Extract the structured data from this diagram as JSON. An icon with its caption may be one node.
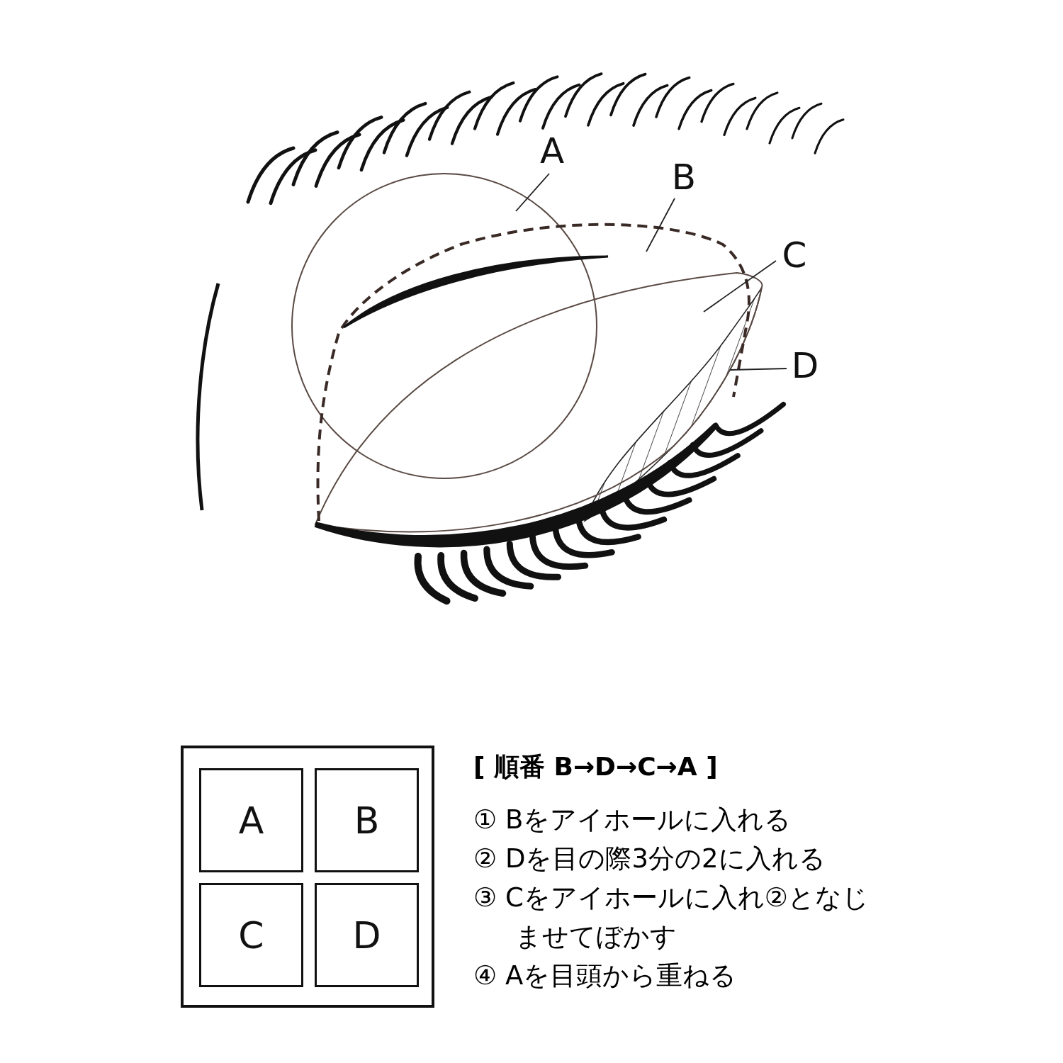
{
  "diagram": {
    "nodes": [
      {
        "text": [
          "A"
        ]
      },
      {
        "text": [
          "B"
        ]
      },
      {
        "text": [
          "C"
        ]
      },
      {
        "text": [
          "D"
        ]
      },
      {
        "text": [],
        "shape": "box"
      },
      {
        "text": [
          "A"
        ],
        "in": 4
      },
      {
        "text": [
          "B"
        ],
        "in": 4
      },
      {
        "text": [
          "C"
        ],
        "in": 4
      },
      {
        "text": [
          "D"
        ],
        "in": 4
      }
    ],
    "edges": [
      {
        "from": 0,
        "to": null,
        "arrow": "none"
      },
      {
        "from": 1,
        "to": null,
        "arrow": "none"
      },
      {
        "from": 2,
        "to": null,
        "arrow": "none"
      },
      {
        "from": 3,
        "to": null,
        "arrow": "none"
      }
    ],
    "labels": [
      "[ 順番 B→D→C→A ]",
      "① Bをアイホールに入れる",
      "② Dを目の際3分の2に入れる",
      "③ Cをアイホールに入れ②となじませてぼかす",
      "④ Aを目頭から重ねる"
    ]
  }
}
